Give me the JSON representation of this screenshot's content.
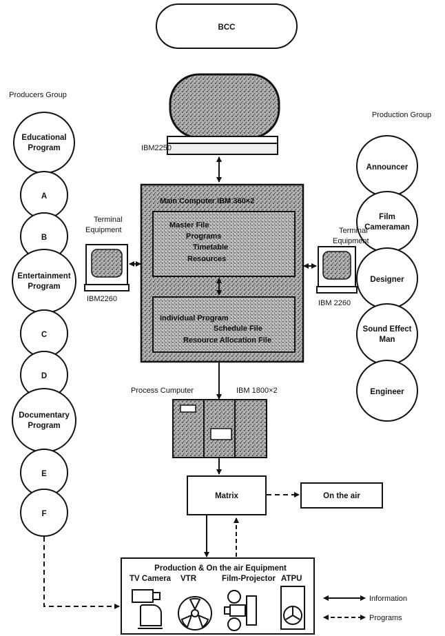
{
  "top_node": "BCC",
  "display_unit": "IBM2250",
  "producers": {
    "title": "Producers Group",
    "nodes": [
      "Educational Program",
      "A",
      "B",
      "Entertainment Program",
      "C",
      "D",
      "Documentary Program",
      "E",
      "F"
    ]
  },
  "production": {
    "title": "Production Group",
    "nodes": [
      "Announcer",
      "Film Cameraman",
      "Designer",
      "Sound Effect Man",
      "Engineer"
    ]
  },
  "main_computer": {
    "title": "Main Computer   IBM 360×2",
    "master_file": [
      "Master File",
      "Programs",
      "Timetable",
      "Resources"
    ],
    "individual_file": [
      "Individual Program",
      "Schedule File",
      "Resource Allocation File"
    ]
  },
  "terminal_left": {
    "label": "Terminal Equipment",
    "model": "IBM2260"
  },
  "terminal_right": {
    "label": "Terminal Equipment",
    "model": "IBM 2260"
  },
  "process_computer": {
    "label": "Process Cumputer",
    "model": "IBM 1800×2"
  },
  "matrix": "Matrix",
  "on_air": "On the air",
  "equipment": {
    "title": "Production &  On the air Equipment",
    "items": [
      "TV Camera",
      "VTR",
      "Film-Projector",
      "ATPU"
    ]
  },
  "legend": {
    "information": "Information",
    "programs": "Programs"
  },
  "colors": {
    "ink": "#111111",
    "stipple": "#8c8c8c",
    "paper": "#ffffff"
  }
}
